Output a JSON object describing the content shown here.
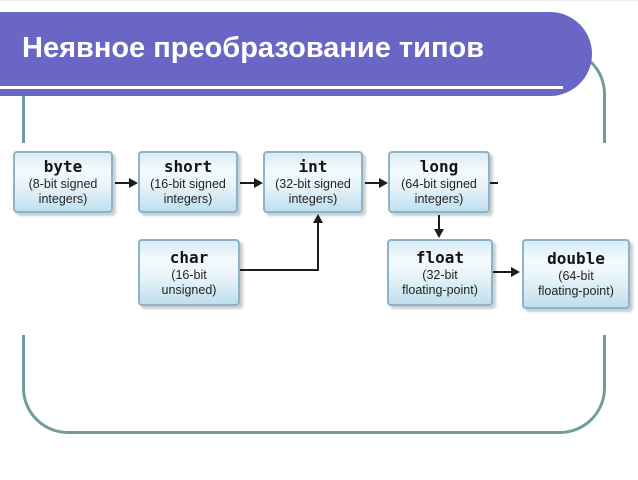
{
  "slide": {
    "title": "Неявное преобразование типов",
    "colors": {
      "banner_color": "#6966c5",
      "frame_color": "#6f9e9a",
      "underline_color": "#ffffff",
      "box_border_color": "#8cb4c6",
      "box_fill_color": "#cde6f2",
      "arrow_color": "#1c1c1c"
    }
  },
  "diagram": {
    "boxes": [
      {
        "id": "byte",
        "name": "byte",
        "desc1": "(8-bit signed",
        "desc2": "integers)"
      },
      {
        "id": "short",
        "name": "short",
        "desc1": "(16-bit signed",
        "desc2": "integers)"
      },
      {
        "id": "int",
        "name": "int",
        "desc1": "(32-bit signed",
        "desc2": "integers)"
      },
      {
        "id": "long",
        "name": "long",
        "desc1": "(64-bit signed",
        "desc2": "integers)"
      },
      {
        "id": "char",
        "name": "char",
        "desc1": "(16-bit",
        "desc2": "unsigned)"
      },
      {
        "id": "float",
        "name": "float",
        "desc1": "(32-bit",
        "desc2": "floating-point)"
      },
      {
        "id": "double",
        "name": "double",
        "desc1": "(64-bit",
        "desc2": "floating-point)"
      }
    ],
    "edges": [
      {
        "from": "byte",
        "to": "short"
      },
      {
        "from": "short",
        "to": "int"
      },
      {
        "from": "int",
        "to": "long"
      },
      {
        "from": "char",
        "to": "int"
      },
      {
        "from": "long",
        "to": "float"
      },
      {
        "from": "float",
        "to": "double"
      }
    ]
  }
}
